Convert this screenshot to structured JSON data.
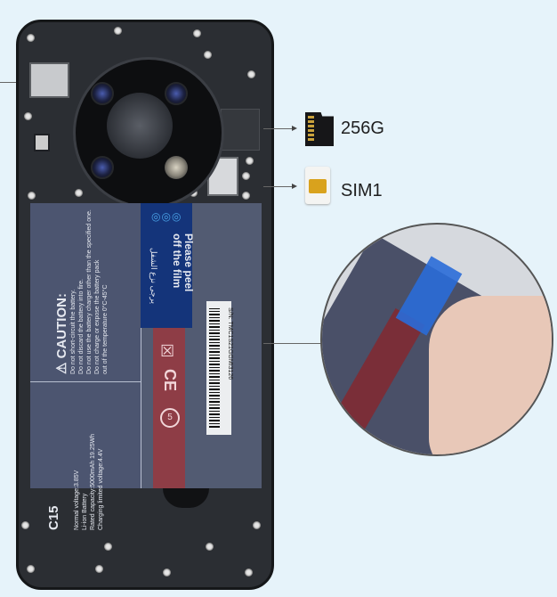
{
  "callouts": {
    "sd_card": {
      "label": "256G",
      "icon": "microsd-card-icon"
    },
    "sim": {
      "label": "SIM1",
      "icon": "sim-card-icon"
    }
  },
  "battery": {
    "model": "C15",
    "caution_title": "CAUTION:",
    "caution_lines": [
      "Do not short-circuit the battery.",
      "Do not discard the battery into fire.",
      "Do not use the battery charger other than the specified one.",
      "Do not charge or expose the battery pack",
      "out of the temperature 0°C-45°C"
    ],
    "specs": [
      "Normal voltage:3.85V",
      "Li-ion Battery",
      "Rated capacity:5000mAh  19.25Wh",
      "Charging limited voltage:4.4V"
    ],
    "peel_film_text": [
      "Please peel",
      "off the film"
    ],
    "peel_film_arabic": "يرجى نزع الشفل",
    "serial": "S/N: TMC1S21GGMI3126",
    "marks": [
      "CE",
      "weee-bin",
      "recycle"
    ]
  },
  "colors": {
    "background": "#e6f3fa",
    "phone_frame": "#2b2e33",
    "battery": "#525b72",
    "peel_film": "#14347a",
    "red_strip": "#8e3d46"
  }
}
